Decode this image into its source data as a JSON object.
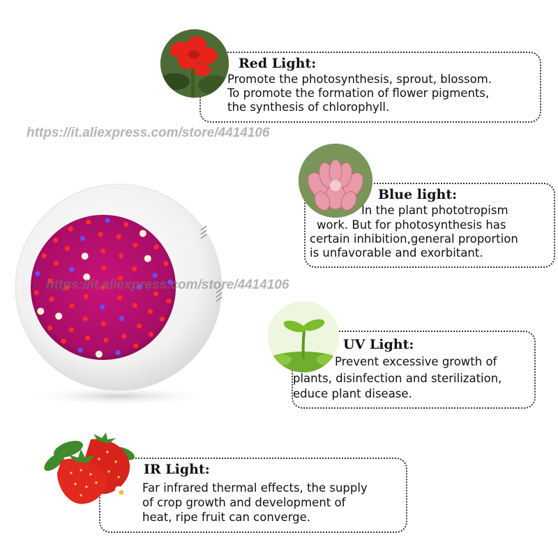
{
  "watermark": {
    "text": "https://it.aliexpress.com/store/4414106"
  },
  "callouts": [
    {
      "title": "Red Light:",
      "lines": [
        "Promote the photosynthesis, sprout, blossom.",
        "To promote the formation of flower pigments,",
        "the synthesis of chlorophyll."
      ]
    },
    {
      "title": "Blue light:",
      "lines": [
        "In the plant phototropism",
        "work. But for photosynthesis has",
        "certain inhibition,general proportion",
        "is unfavorable and exorbitant."
      ]
    },
    {
      "title": "UV Light:",
      "lines": [
        "Prevent excessive growth of",
        "plants, disinfection and sterilization,",
        "educe plant disease."
      ]
    },
    {
      "title": "IR Light:",
      "lines": [
        "Far infrared thermal effects, the supply",
        "of crop growth and development of",
        "heat, ripe fruit can converge."
      ]
    }
  ],
  "colors": {
    "led_panel": "#b0106c",
    "led_red": "#ff2a2a",
    "led_blue": "#6a4cff",
    "led_white": "#fff4d8",
    "housing": "#f4f4f4"
  },
  "icons": [
    "red-flower-photo",
    "succulent-photo",
    "sprout-photo",
    "strawberry-photo",
    "grow-light-photo"
  ]
}
